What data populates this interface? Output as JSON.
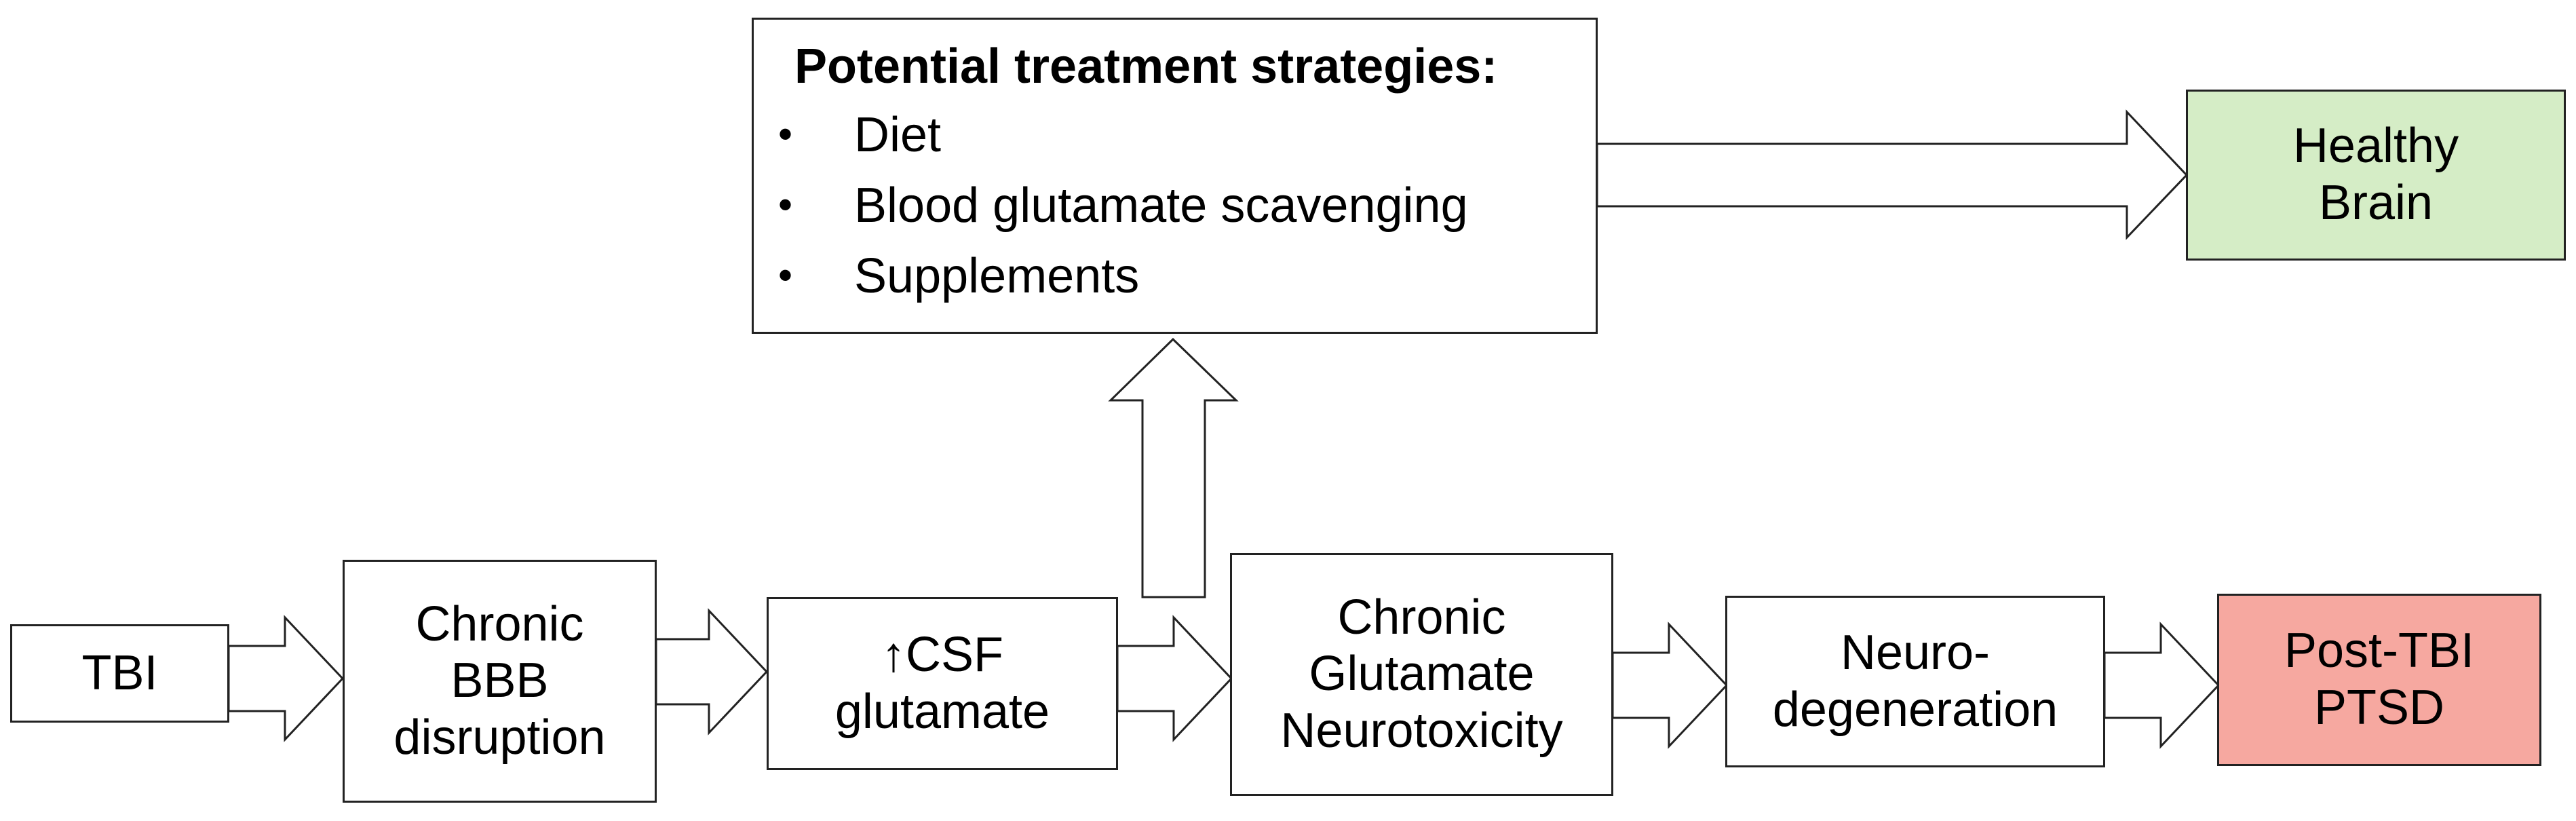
{
  "strategies": {
    "title": "Potential treatment strategies:",
    "items": [
      "Diet",
      "Blood glutamate scavenging",
      "Supplements"
    ],
    "bullet": "•"
  },
  "boxes": {
    "tbi": {
      "lines": [
        "TBI"
      ]
    },
    "bbb": {
      "lines": [
        "Chronic",
        "BBB",
        "disruption"
      ]
    },
    "csf": {
      "lines": [
        "↑CSF",
        "glutamate"
      ]
    },
    "neurotox": {
      "lines": [
        "Chronic",
        "Glutamate",
        "Neurotoxicity"
      ]
    },
    "neurodeg": {
      "lines": [
        "Neuro-",
        "degeneration"
      ]
    },
    "ptsd": {
      "lines": [
        "Post-TBI",
        "PTSD"
      ]
    },
    "healthy": {
      "lines": [
        "Healthy",
        "Brain"
      ]
    }
  },
  "colors": {
    "healthy_fill": "#d5edc6",
    "ptsd_fill": "#f6a8a0",
    "border": "#222222"
  }
}
